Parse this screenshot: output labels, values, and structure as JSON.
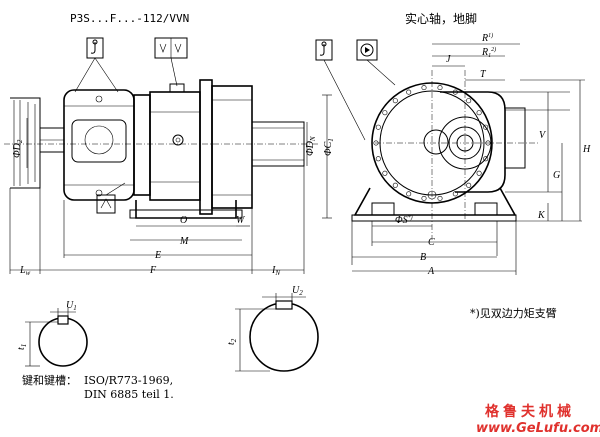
{
  "titles": {
    "left_model": "P3S...F...-112/VVN",
    "right_title": "实心轴，地脚"
  },
  "dimensions": {
    "L_subscript_base": "L",
    "L_subscript": "w",
    "E": "E",
    "F": "F",
    "I": "I",
    "I_subscript": "N",
    "O": "O",
    "M": "M",
    "W": "W",
    "D2": "ΦD",
    "D2_sub": "2",
    "DN": "ΦD",
    "DN_sub": "N",
    "C1": "ΦC",
    "C1_sub": "1",
    "R": "R",
    "R_sup": "1)",
    "R1": "R",
    "R1_sub": "1",
    "R1_sup": "2)",
    "J": "J",
    "T": "T",
    "H": "H",
    "V": "V",
    "G": "G",
    "K": "K",
    "S": "ΦS",
    "S_sup": "*)",
    "C": "C",
    "B": "B",
    "A": "A",
    "U1": "U",
    "U1_sub": "1",
    "U2": "U",
    "U2_sub": "2",
    "t1": "t",
    "t1_sub": "1",
    "t2": "t",
    "t2_sub": "2"
  },
  "notes": {
    "support_note": "*)见双边力矩支臂",
    "key_label": "键和键槽：",
    "key_std1": "ISO/R773-1969,",
    "key_std2": "DIN 6885 teil 1."
  },
  "watermark": {
    "brand": "格鲁夫机械",
    "url": "www.GeLufu.com"
  }
}
